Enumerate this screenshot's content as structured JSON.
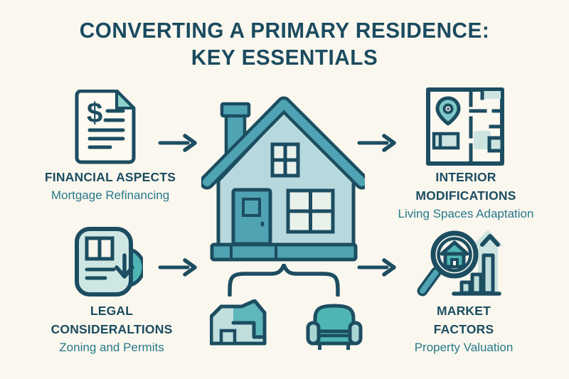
{
  "title": {
    "line1": "CONVERTING A PRIMARY RESIDENCE:",
    "line2": "KEY ESSENTIALS"
  },
  "sections": {
    "financial": {
      "title": "FINANCIAL ASPECTS",
      "subtitle": "Mortgage Refinancing",
      "icon": "dollar-document-icon"
    },
    "interior": {
      "title_line1": "INTERIOR",
      "title_line2": "MODIFICATIONS",
      "subtitle": "Living Spaces Adaptation",
      "icon": "floor-plan-icon"
    },
    "legal": {
      "title_line1": "LEGAL",
      "title_line2": "CONSIDERALTIONS",
      "subtitle": "Zoning and Permits",
      "icon": "document-download-icon"
    },
    "market": {
      "title_line1": "MARKET",
      "title_line2": "FACTORS",
      "subtitle": "Property Valuation",
      "icon": "market-analysis-icon"
    }
  },
  "center": {
    "icon": "house-icon",
    "sub_icons": [
      "small-house-icon",
      "armchair-icon"
    ],
    "connector": "brace-icon",
    "arrows": [
      "arrow-right-icon",
      "arrow-right-icon",
      "arrow-right-icon",
      "arrow-right-icon"
    ]
  },
  "colors": {
    "background": "#FAF7EE",
    "ink": "#1C4D61",
    "teal_medium": "#4FA3B2",
    "teal_bright": "#4FB5B4",
    "teal_wall_light": "#B7D9DD",
    "teal_pale": "#CDE4E1",
    "arm_light": "#A9D6D4",
    "pane": "#E9F1EB",
    "paper": "#FCFAF1",
    "fold": "#8ED1CC",
    "heading_text": "#1C4D61",
    "subheading_text": "#27798C"
  }
}
